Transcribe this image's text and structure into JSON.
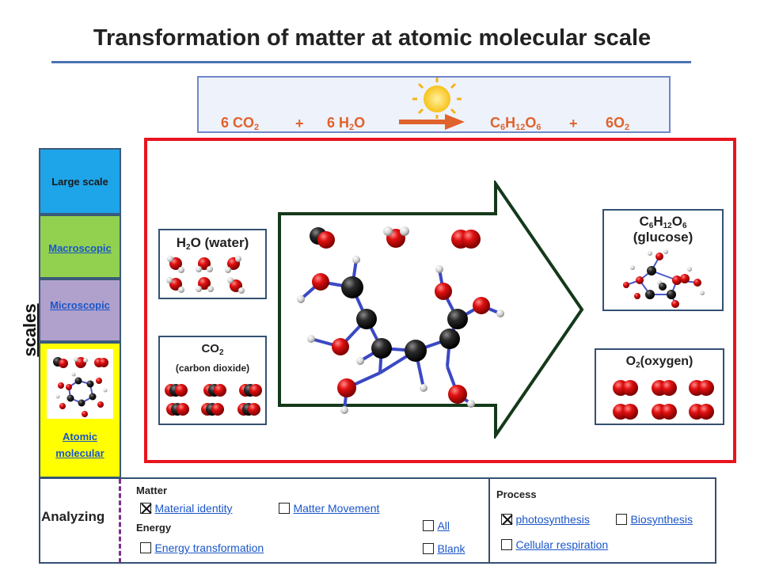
{
  "title": "Transformation of matter at atomic molecular scale",
  "equation": {
    "left1": "6 CO",
    "left1_sub": "2",
    "plus1": "+",
    "left2": "6 H",
    "left2_sub": "2",
    "left2_end": "O",
    "right1_a": "C",
    "right1_b": "6",
    "right1_c": "H",
    "right1_d": "12",
    "right1_e": "O",
    "right1_f": "6",
    "plus2": "+",
    "right2": "6O",
    "right2_sub": "2"
  },
  "scales": {
    "label": "scales",
    "items": [
      {
        "label": "Large scale",
        "color": "#1ea4e8"
      },
      {
        "label": "Macroscopic",
        "color": "#92d050"
      },
      {
        "label": "Microscopic",
        "color": "#b0a0cc"
      },
      {
        "label_line1": "Atomic",
        "label_line2": "molecular",
        "color": "#ffff00"
      }
    ]
  },
  "molecules": {
    "water": {
      "name": "H",
      "sub": "2",
      "rest": "O (water)"
    },
    "co2": {
      "name": "CO",
      "sub": "2",
      "desc": "(carbon dioxide)"
    },
    "glucose": {
      "c": "C",
      "c_sub": "6",
      "h": "H",
      "h_sub": "12",
      "o": "O",
      "o_sub": "6",
      "desc": "(glucose)"
    },
    "oxygen": {
      "o": "O",
      "o_sub": "2",
      "desc": "(oxygen)"
    }
  },
  "analyzing": {
    "label": "Analyzing",
    "matter_heading": "Matter",
    "material_identity": "Material identity",
    "matter_movement": "Matter Movement",
    "energy_heading": "Energy",
    "energy_transformation": "Energy transformation",
    "all": "All",
    "blank": "Blank"
  },
  "process": {
    "heading": "Process",
    "photosynthesis": "photosynthesis",
    "biosynthesis": "Biosynthesis",
    "cellular_respiration": "Cellular respiration"
  },
  "colors": {
    "frame": "#e8141e",
    "panel_border": "#345172",
    "link": "#1a56c9",
    "arrow_border": "#14391a"
  }
}
